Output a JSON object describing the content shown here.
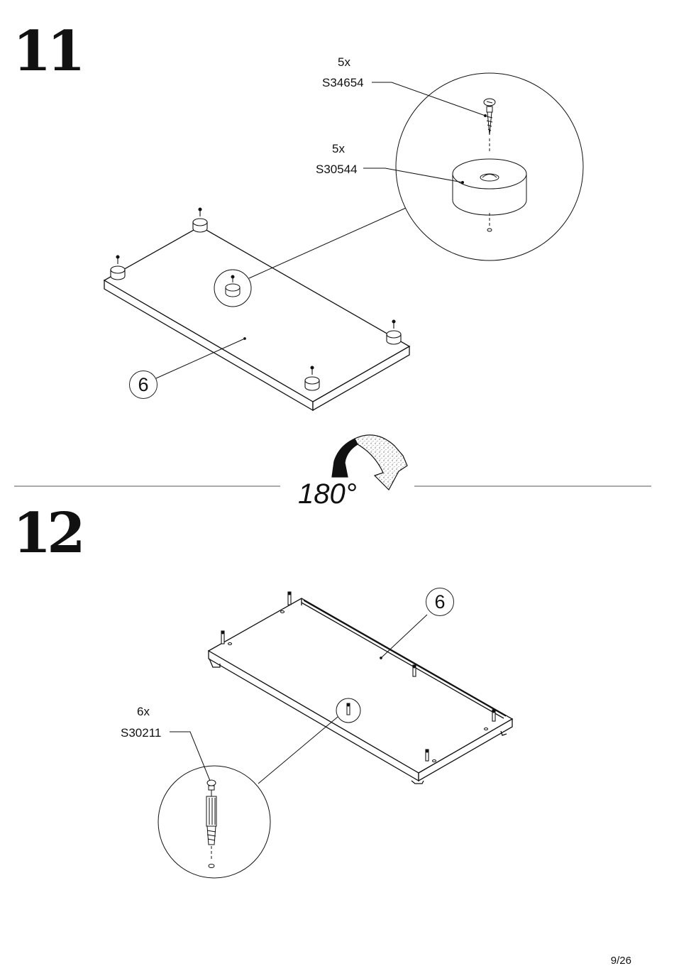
{
  "steps": [
    {
      "number": "11",
      "parts": [
        {
          "quantity": "5x",
          "code": "S34654",
          "icon": "screw-icon"
        },
        {
          "quantity": "5x",
          "code": "S30544",
          "icon": "foot-pad-icon"
        }
      ],
      "panel_label": "6"
    },
    {
      "number": "12",
      "parts": [
        {
          "quantity": "6x",
          "code": "S30211",
          "icon": "cam-dowel-icon"
        }
      ],
      "panel_label": "6"
    }
  ],
  "rotation": {
    "label": "180°",
    "icon": "rotate-arrow-icon"
  },
  "page_number": "9/26"
}
